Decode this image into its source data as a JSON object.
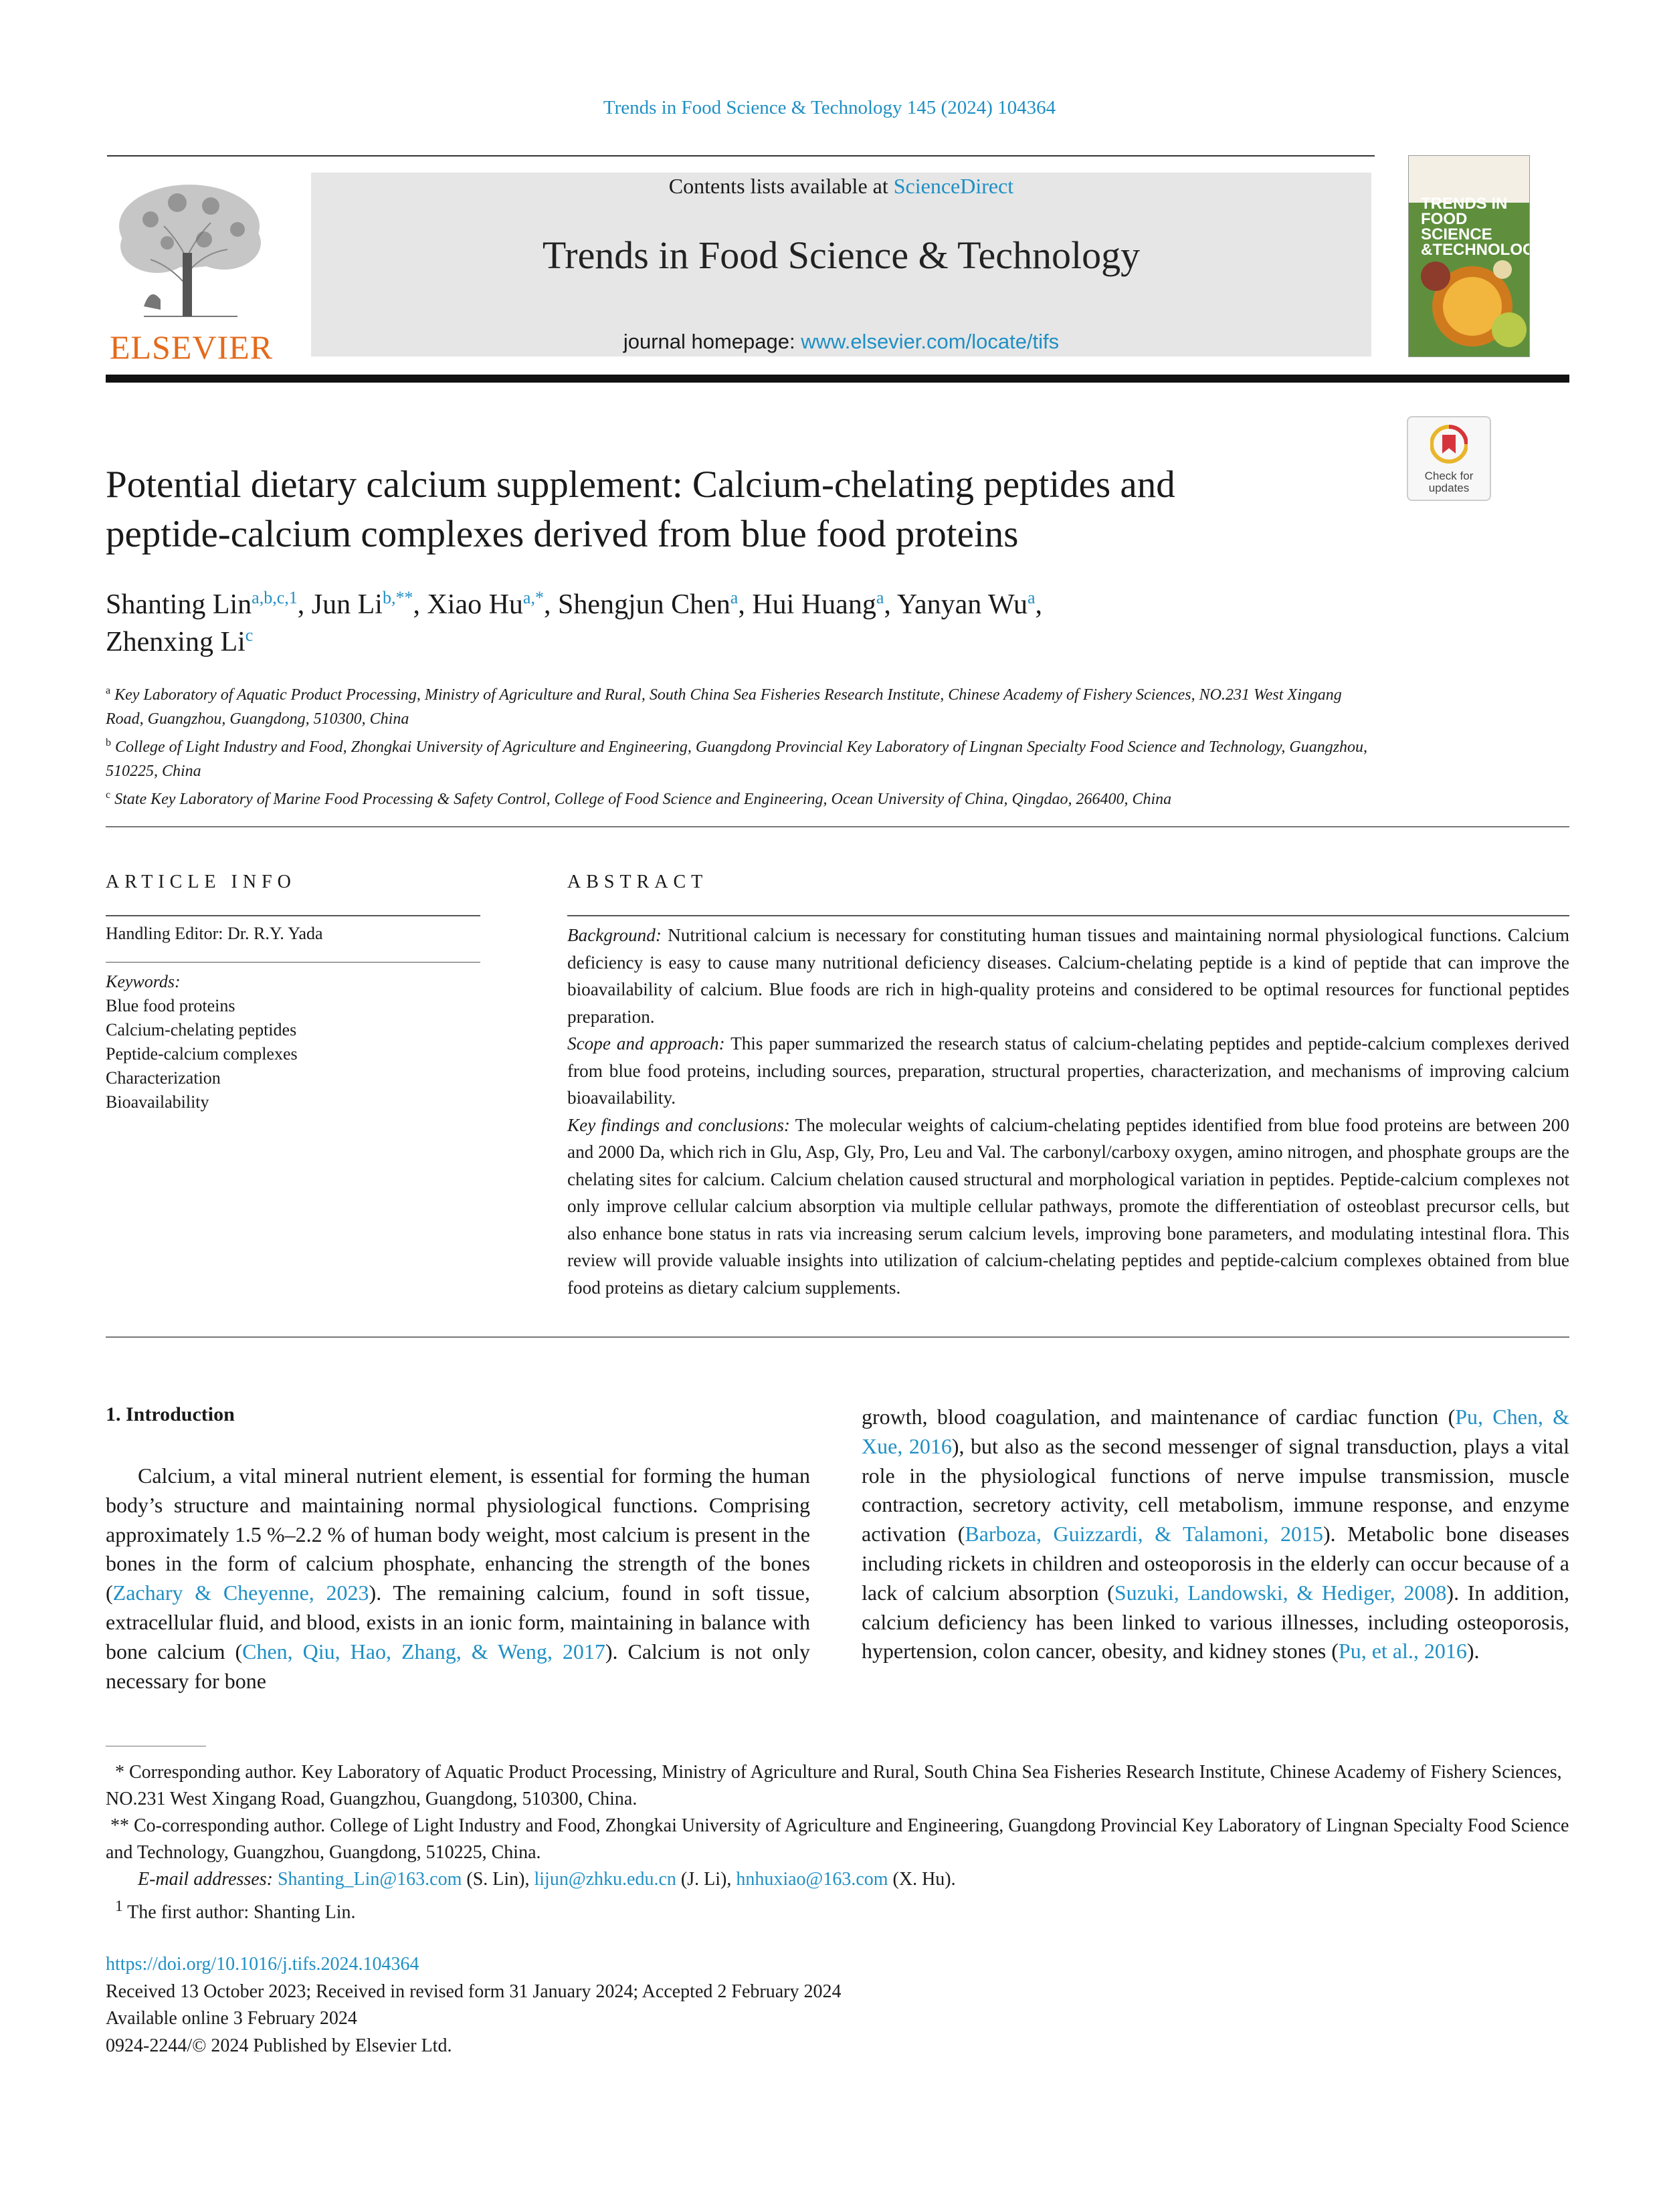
{
  "journal_ref": "Trends in Food Science & Technology 145 (2024) 104364",
  "publisher": "ELSEVIER",
  "masthead": {
    "contents_prefix": "Contents lists available at ",
    "contents_link": "ScienceDirect",
    "journal_title": "Trends in Food Science & Technology",
    "homepage_prefix": "journal homepage: ",
    "homepage_link": "www.elsevier.com/locate/tifs"
  },
  "cover": {
    "line1": "TRENDS IN",
    "line2": "FOOD SCIENCE",
    "line3": "&TECHNOLOGY"
  },
  "check_updates": {
    "line1": "Check for",
    "line2": "updates"
  },
  "article": {
    "title_line1": "Potential dietary calcium supplement: Calcium-chelating peptides and",
    "title_line2": "peptide-calcium complexes derived from blue food proteins"
  },
  "authors": [
    {
      "name": "Shanting Lin",
      "sup": "a,b,c,1",
      "sep": ", "
    },
    {
      "name": "Jun Li",
      "sup": "b,**",
      "sep": ", "
    },
    {
      "name": "Xiao Hu",
      "sup": "a,*",
      "sep": ", "
    },
    {
      "name": "Shengjun Chen",
      "sup": "a",
      "sep": ", "
    },
    {
      "name": "Hui Huang",
      "sup": "a",
      "sep": ", "
    },
    {
      "name": "Yanyan Wu",
      "sup": "a",
      "sep": ","
    },
    {
      "name": "Zhenxing Li",
      "sup": "c",
      "sep": ""
    }
  ],
  "affiliations": [
    {
      "sup": "a",
      "text": "Key Laboratory of Aquatic Product Processing, Ministry of Agriculture and Rural, South China Sea Fisheries Research Institute, Chinese Academy of Fishery Sciences, NO.231 West Xingang Road, Guangzhou, Guangdong, 510300, China"
    },
    {
      "sup": "b",
      "text": "College of Light Industry and Food, Zhongkai University of Agriculture and Engineering, Guangdong Provincial Key Laboratory of Lingnan Specialty Food Science and Technology, Guangzhou, 510225, China"
    },
    {
      "sup": "c",
      "text": "State Key Laboratory of Marine Food Processing & Safety Control, College of Food Science and Engineering, Ocean University of China, Qingdao, 266400, China"
    }
  ],
  "article_info": {
    "heading": "ARTICLE INFO",
    "handling_editor": "Handling Editor: Dr. R.Y. Yada",
    "keywords_label": "Keywords:",
    "keywords": [
      "Blue food proteins",
      "Calcium-chelating peptides",
      "Peptide-calcium complexes",
      "Characterization",
      "Bioavailability"
    ]
  },
  "abstract": {
    "heading": "ABSTRACT",
    "background_label": "Background:",
    "background": " Nutritional calcium is necessary for constituting human tissues and maintaining normal physiological functions. Calcium deficiency is easy to cause many nutritional deficiency diseases. Calcium-chelating peptide is a kind of peptide that can improve the bioavailability of calcium. Blue foods are rich in high-quality proteins and considered to be optimal resources for functional peptides preparation.",
    "scope_label": "Scope and approach:",
    "scope": " This paper summarized the research status of calcium-chelating peptides and peptide-calcium complexes derived from blue food proteins, including sources, preparation, structural properties, characterization, and mechanisms of improving calcium bioavailability.",
    "findings_label": "Key findings and conclusions:",
    "findings": " The molecular weights of calcium-chelating peptides identified from blue food proteins are between 200 and 2000 Da, which rich in Glu, Asp, Gly, Pro, Leu and Val. The carbonyl/carboxy oxygen, amino nitrogen, and phosphate groups are the chelating sites for calcium. Calcium chelation caused structural and morphological variation in peptides. Peptide-calcium complexes not only improve cellular calcium absorption via multiple cellular pathways, promote the differentiation of osteoblast precursor cells, but also enhance bone status in rats via increasing serum calcium levels, improving bone parameters, and modulating intestinal flora. This review will provide valuable insights into utilization of calcium-chelating peptides and peptide-calcium complexes obtained from blue food proteins as dietary calcium supplements."
  },
  "intro": {
    "heading": "1.  Introduction",
    "left_1": "Calcium, a vital mineral nutrient element, is essential for forming the human body’s structure and maintaining normal physiological functions. Comprising approximately 1.5 %–2.2 % of human body weight, most calcium is present in the bones in the form of calcium phosphate, enhancing the strength of the bones (",
    "ref_1": "Zachary & Cheyenne, 2023",
    "left_2": "). The remaining calcium, found in soft tissue, extracellular fluid, and blood, exists in an ionic form, maintaining in balance with bone calcium (",
    "ref_2": "Chen, Qiu, Hao, Zhang, & Weng, 2017",
    "left_3": "). Calcium is not only necessary for bone",
    "right_1": "growth, blood coagulation, and maintenance of cardiac function (",
    "ref_3": "Pu, Chen, & Xue, 2016",
    "right_2": "), but also as the second messenger of signal transduction, plays a vital role in the physiological functions of nerve impulse transmission, muscle contraction, secretory activity, cell metabolism, immune response, and enzyme activation (",
    "ref_4": "Barboza, Guizzardi, & Talamoni, 2015",
    "right_3": "). Metabolic bone diseases including rickets in children and osteoporosis in the elderly can occur because of a lack of calcium absorption (",
    "ref_5": "Suzuki, Landowski, & Hediger, 2008",
    "right_4": "). In addition, calcium deficiency has been linked to various illnesses, including osteoporosis, hypertension, colon cancer, obesity, and kidney stones (",
    "ref_6": "Pu, et al., 2016",
    "right_5": ")."
  },
  "footnotes": {
    "fn1_mark": "*",
    "fn1": " Corresponding author. Key Laboratory of Aquatic Product Processing, Ministry of Agriculture and Rural, South China Sea Fisheries Research Institute, Chinese Academy of Fishery Sciences, NO.231 West Xingang Road, Guangzhou, Guangdong, 510300, China.",
    "fn2_mark": "**",
    "fn2": " Co-corresponding author. College of Light Industry and Food, Zhongkai University of Agriculture and Engineering, Guangdong Provincial Key Laboratory of Lingnan Specialty Food Science and Technology, Guangzhou, Guangdong, 510225, China.",
    "email_label": "E-mail addresses:",
    "email_1": "Shanting_Lin@163.com",
    "email_1_who": " (S. Lin), ",
    "email_2": "lijun@zhku.edu.cn",
    "email_2_who": " (J. Li), ",
    "email_3": "hnhuxiao@163.com",
    "email_3_who": " (X. Hu).",
    "fn3_mark": "1",
    "fn3": " The first author: Shanting Lin."
  },
  "publication": {
    "doi": "https://doi.org/10.1016/j.tifs.2024.104364",
    "received": "Received 13 October 2023; Received in revised form 31 January 2024; Accepted 2 February 2024",
    "available": "Available online 3 February 2024",
    "copyright": "0924-2244/© 2024 Published by Elsevier Ltd."
  },
  "colors": {
    "link": "#1f8fc4",
    "elsevier_orange": "#e46a1b",
    "masthead_bg": "#e6e6e6"
  }
}
